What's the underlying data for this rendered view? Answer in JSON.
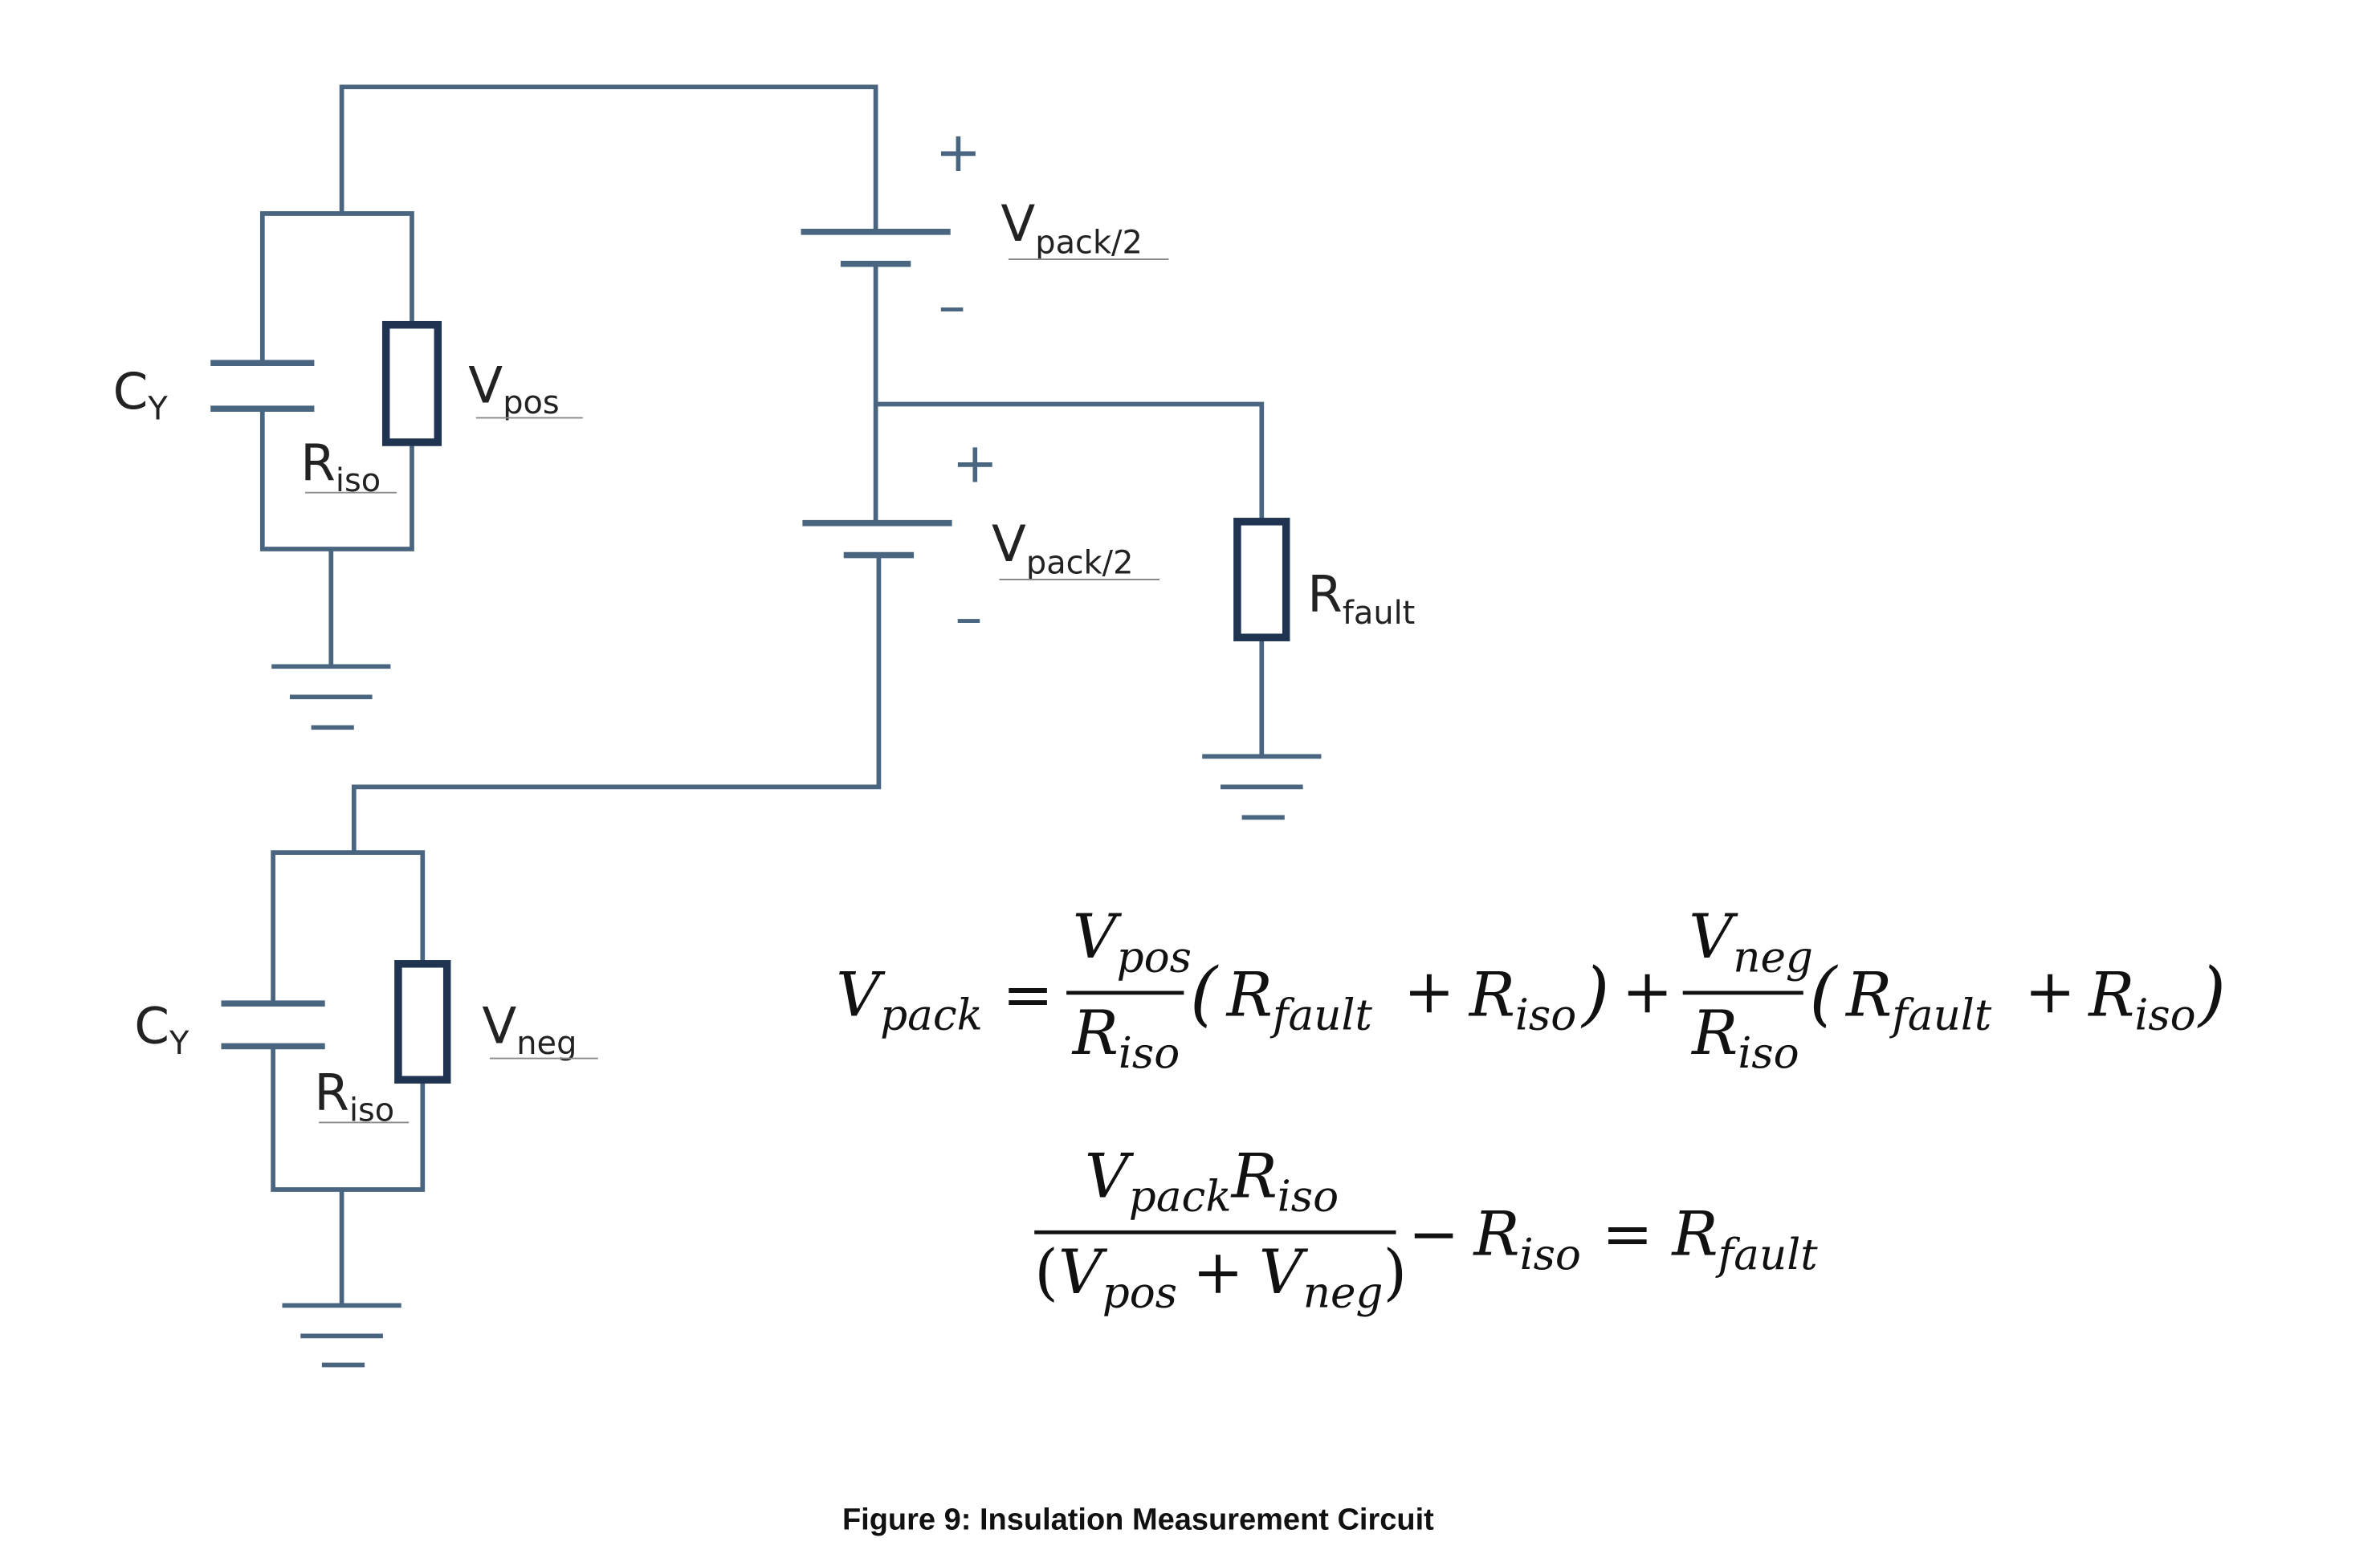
{
  "figure": {
    "caption": "Figure 9: Insulation Measurement Circuit",
    "wire_color": "#4a6580",
    "resistor_color": "#1f3450"
  },
  "labels": {
    "cy_top": {
      "main": "C",
      "sub": "Y"
    },
    "riso_top": {
      "main": "R",
      "sub": "iso"
    },
    "vpos": {
      "main": "V",
      "sub": "pos"
    },
    "vpack_top": {
      "main": "V",
      "sub": "pack/2"
    },
    "vpack_bottom": {
      "main": "V",
      "sub": "pack/2"
    },
    "rfault": {
      "main": "R",
      "sub": "fault"
    },
    "cy_bottom": {
      "main": "C",
      "sub": "Y"
    },
    "riso_bottom": {
      "main": "R",
      "sub": "iso"
    },
    "vneg": {
      "main": "V",
      "sub": "neg"
    },
    "plus": "+",
    "minus": "–"
  },
  "equations": {
    "eq1": {
      "lhs_main": "V",
      "lhs_sub": "pack",
      "eq": "=",
      "f1_num_main": "V",
      "f1_num_sub": "pos",
      "f1_den_main": "R",
      "f1_den_sub": "iso",
      "paren1_open": "(",
      "r1_main": "R",
      "r1_sub": "fault",
      "plus1": "+",
      "r2_main": "R",
      "r2_sub": "iso",
      "paren1_close": ")",
      "plus_mid": "+",
      "f2_num_main": "V",
      "f2_num_sub": "neg",
      "f2_den_main": "R",
      "f2_den_sub": "iso",
      "paren2_open": "(",
      "r3_main": "R",
      "r3_sub": "fault",
      "plus2": "+",
      "r4_main": "R",
      "r4_sub": "iso",
      "paren2_close": ")"
    },
    "eq2": {
      "num_v_main": "V",
      "num_v_sub": "pack",
      "num_r_main": "R",
      "num_r_sub": "iso",
      "den_open": "(",
      "den_v1_main": "V",
      "den_v1_sub": "pos",
      "den_plus": "+",
      "den_v2_main": "V",
      "den_v2_sub": "neg",
      "den_close": ")",
      "minus": "−",
      "r_main": "R",
      "r_sub": "iso",
      "eq": "=",
      "rhs_main": "R",
      "rhs_sub": "fault"
    }
  }
}
